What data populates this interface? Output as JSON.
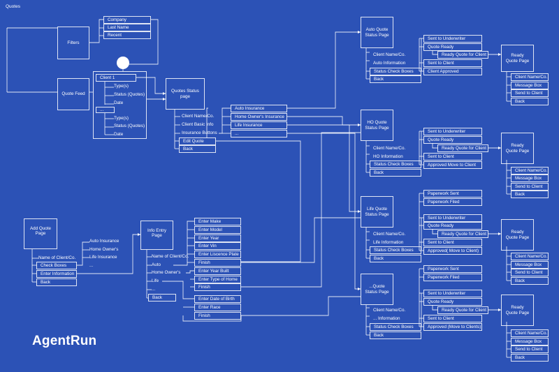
{
  "page": {
    "title": "Quotes",
    "logo": "AgentRun"
  },
  "quote_feed": {
    "filters": {
      "label": "Filters",
      "options": [
        "Company",
        "Last Name",
        "Recent"
      ]
    },
    "feed": {
      "label": "Quote Feed"
    },
    "clients": [
      {
        "name": "Client 1",
        "fields": [
          "Type(s)",
          "Status (Quotes)",
          "Date"
        ]
      },
      {
        "name": "...",
        "fields": [
          "Type(s)",
          "Status (Quotes)",
          "Date"
        ]
      }
    ]
  },
  "quotes_status_page": {
    "label": "Quotes Status page",
    "items": [
      "Client Name/Co.",
      "Client Basic Info",
      "Insurance Buttons",
      "Edit Quote",
      "Back"
    ],
    "insurance_buttons": [
      "Auto Insurance",
      "Home Owner's Insurance",
      "Life Insurance",
      "..."
    ]
  },
  "status_pages": [
    {
      "label": "Auto Quote Status Page",
      "items": [
        "Client Name/Co.",
        "Auto Information",
        "Status Check Boxes",
        "Back"
      ],
      "paperwork": [],
      "statuses": [
        "Sent to Underwriter",
        "Quote Ready",
        "Sent to Client",
        "Client Approved"
      ],
      "ready_for_client": "Ready Quote for Client",
      "ready_page": {
        "label": "Ready Quote Page",
        "items": [
          "Client Name/Co.",
          "Message Box",
          "Send to Client",
          "Back"
        ]
      }
    },
    {
      "label": "HO Quote Status Page",
      "items": [
        "Client Name/Co.",
        "HO Information",
        "Status Check Boxes",
        "Back"
      ],
      "paperwork": [],
      "statuses": [
        "Sent to Underwriter",
        "Quote Ready",
        "Sent to Client",
        "Approved Move to Client"
      ],
      "ready_for_client": "Ready Quote for Client",
      "ready_page": {
        "label": "Ready Quote Page",
        "items": [
          "Client Name/Co.",
          "Message Box",
          "Send to Client",
          "Back"
        ]
      }
    },
    {
      "label": "Life Quote Status Page",
      "items": [
        "Client Name/Co.",
        "Life Information",
        "Status Check Boxes",
        "Back"
      ],
      "paperwork": [
        "Paperwork Sent",
        "Paperwork Filed"
      ],
      "statuses": [
        "Sent to Underwriter",
        "Quote Ready",
        "Sent to Client",
        "Approved( Move to Client)"
      ],
      "ready_for_client": "Ready Quote for Client",
      "ready_page": {
        "label": "Ready Quote Page",
        "items": [
          "Client Name/Co.",
          "Message Box",
          "Send to Client",
          "Back"
        ]
      }
    },
    {
      "label": "...Quote Status Page",
      "items": [
        "Client Name/Co.",
        "... Information",
        "Status Check Boxes",
        "Back"
      ],
      "paperwork": [
        "Paperwork Sent",
        "Paperwork Filed"
      ],
      "statuses": [
        "Sent to Underwriter",
        "Quote Ready",
        "Sent to Client",
        "Approved (Move to Clients)"
      ],
      "ready_for_client": "Ready Quote for Client",
      "ready_page": {
        "label": "Ready Quote Page",
        "items": [
          "Client Name/Co.",
          "Message Box",
          "Send to Client",
          "Back"
        ]
      }
    }
  ],
  "add_quote_page": {
    "label": "Add Quote Page",
    "items": [
      "Name of Client/Co.",
      "Check Boxes",
      "Enter Information",
      "Back"
    ],
    "check_options": [
      "Auto Insurance",
      "Home Owner's",
      "Life Insurance",
      "..."
    ]
  },
  "info_entry_page": {
    "label": "Info Entry Page",
    "items": [
      "Name of Client/Co.",
      "Auto",
      "Home Owner's",
      "Life",
      "...",
      "Back"
    ],
    "auto_fields": [
      "Enter Make",
      "Enter Model",
      "Enter Year",
      "Enter Vin",
      "Enter Liscence Plate",
      "Finish"
    ],
    "home_fields": [
      "Enter Year Built",
      "Enter Type of Home",
      "Finish"
    ],
    "life_fields": [
      "Enter Date of Birth",
      "Enter Race",
      "Finish"
    ]
  }
}
